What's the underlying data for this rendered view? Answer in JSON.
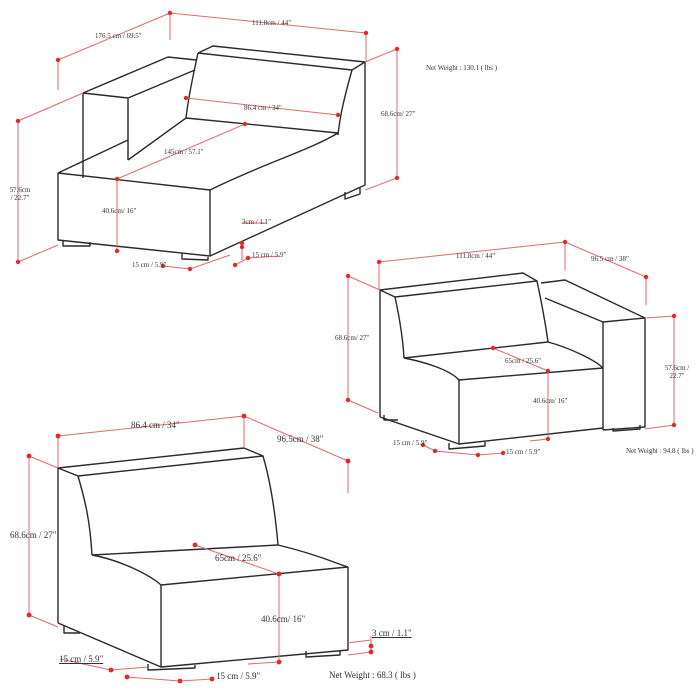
{
  "diagrams": [
    {
      "name": "chaise-module",
      "labels": {
        "overall_width": "111.8cm / 44\"",
        "overall_depth": "176.5 cm / 69.5\"",
        "back_width": "86.4 cm / 34\"",
        "seat_depth": "145cm / 57.1\"",
        "back_height": "68.6cm/ 27\"",
        "arm_height": "57.6cm / 22.7\"",
        "seat_height": "40.6cm/ 16\"",
        "leg_height": "3cm / 1.1\"",
        "leg_depth": "15 cm / 5.9\"",
        "leg_width": "15 cm / 5.9\""
      },
      "net_weight": "Net Weight : 130.1 ( lbs )"
    },
    {
      "name": "one-arm-module",
      "labels": {
        "overall_width": "111.8cm / 44\"",
        "overall_depth": "96.5 cm / 38\"",
        "back_height": "68.6cm/ 27\"",
        "arm_height": "57.6cm / 22.7\"",
        "seat_depth": "65cm / 25.6\"",
        "seat_height": "40.6cm/ 16\"",
        "leg_depth": "15 cm / 5.9\"",
        "leg_width": "15 cm / 5.9\""
      },
      "net_weight": "Net Weight : 94.8 ( lbs )"
    },
    {
      "name": "armless-module",
      "labels": {
        "overall_width": "86.4 cm / 34\"",
        "overall_depth": "96.5cm / 38\"",
        "back_height": "68.6cm / 27\"",
        "seat_depth": "65cm / 25.6\"",
        "seat_height": "40.6cm/ 16\"",
        "leg_height": "3 cm / 1.1\"",
        "leg_depth": "15 cm / 5.9\"",
        "leg_width": "15 cm / 5.9\""
      },
      "net_weight": "Net Weight : 68.3 ( lbs )"
    }
  ]
}
